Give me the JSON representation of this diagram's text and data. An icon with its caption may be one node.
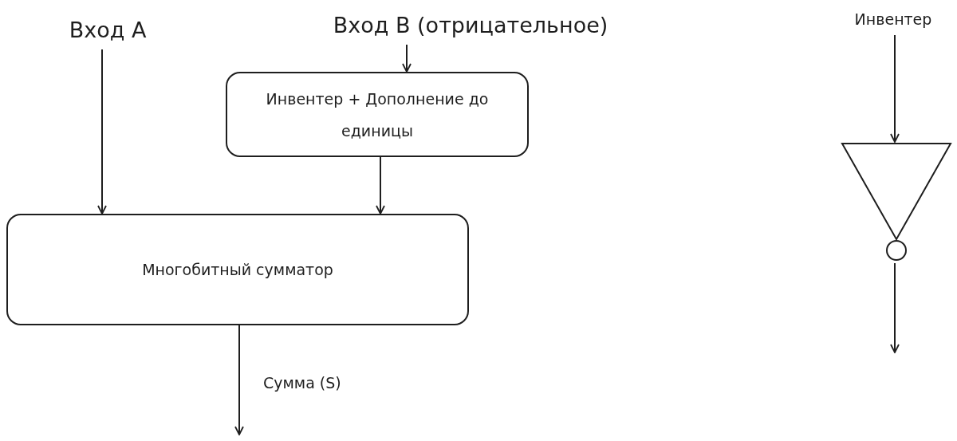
{
  "diagram": {
    "nodes": [
      {
        "text": [
          "Вход A"
        ]
      },
      {
        "text": [
          "Вход B (отрицательное)"
        ]
      },
      {
        "text": [
          "Инвентер + Дополнение до единицы"
        ]
      },
      {
        "text": [
          "Многобитный сумматор"
        ]
      },
      {
        "text": [
          "Инвентер"
        ]
      },
      {
        "text": [],
        "shape": "triangle"
      }
    ],
    "edges": [
      {
        "from": 0,
        "to": 3,
        "arrow": "to"
      },
      {
        "from": 1,
        "to": 2,
        "arrow": "to"
      },
      {
        "from": 2,
        "to": 3,
        "arrow": "to"
      },
      {
        "from": 3,
        "to": null,
        "arrow": "to",
        "label": "Сумма (S)"
      },
      {
        "from": 4,
        "to": 5,
        "arrow": "to"
      },
      {
        "from": 5,
        "to": null,
        "arrow": "to"
      }
    ]
  }
}
